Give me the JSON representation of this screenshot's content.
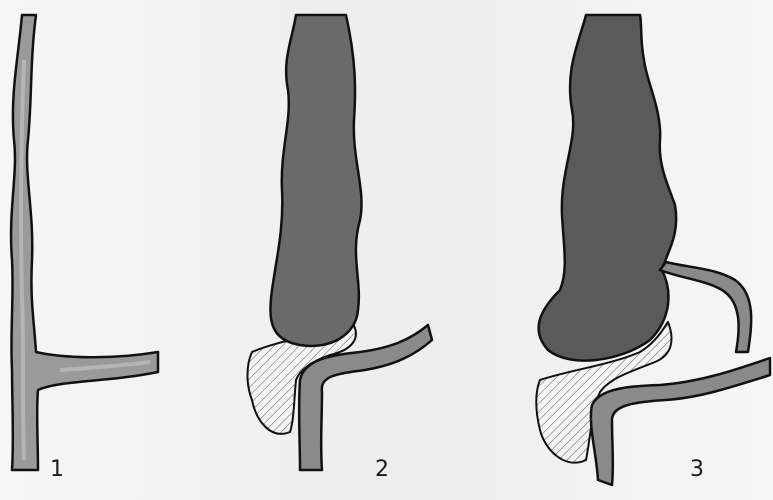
{
  "figure": {
    "panels": [
      {
        "label": "1"
      },
      {
        "label": "2"
      },
      {
        "label": "3"
      }
    ]
  },
  "colors": {
    "background": "#f2f2f2",
    "outline": "#111111",
    "lumen_fill": "#8c8c8c",
    "dilated_fill": "#5d5d5d",
    "hatch": "#555555"
  }
}
